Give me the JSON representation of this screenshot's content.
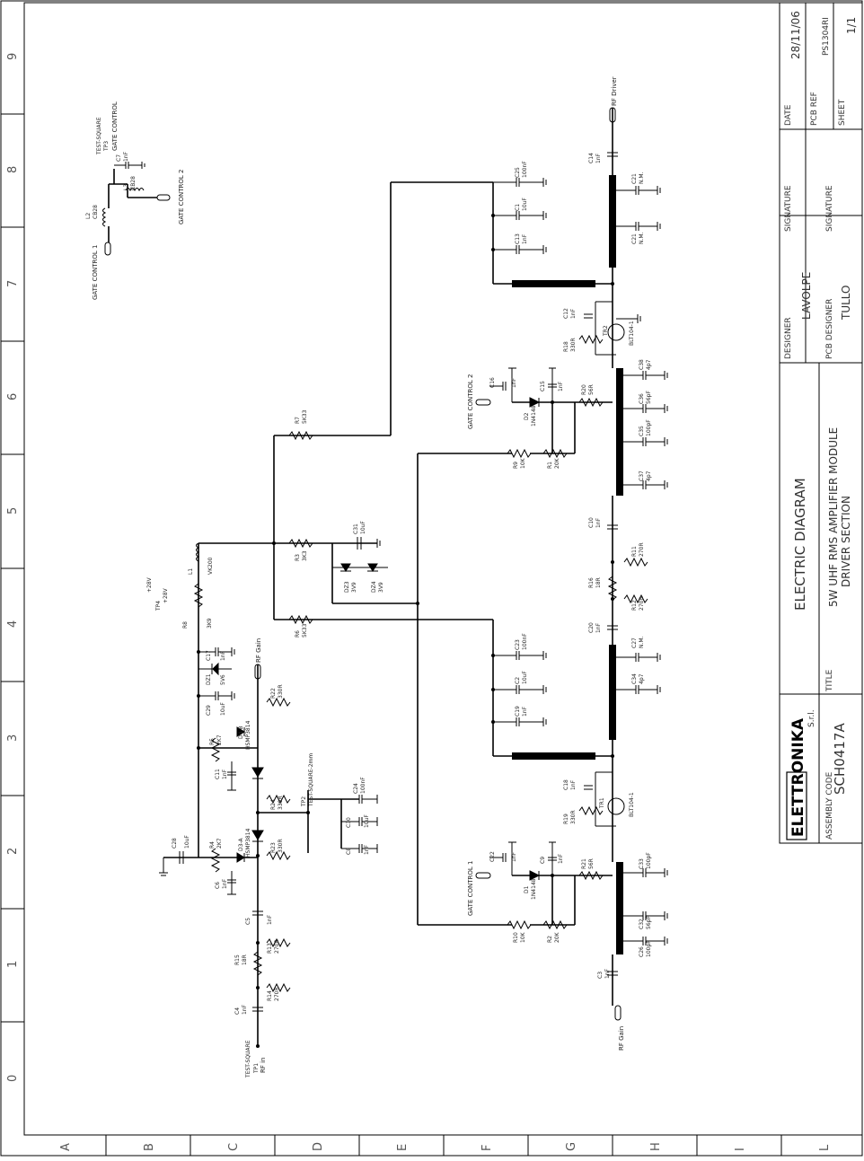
{
  "zones": {
    "columns": [
      "0",
      "1",
      "2",
      "3",
      "4",
      "5",
      "6",
      "7",
      "8",
      "9"
    ],
    "rows": [
      "A",
      "B",
      "C",
      "D",
      "E",
      "F",
      "G",
      "H",
      "I",
      "L"
    ]
  },
  "title_block": {
    "date_label": "DATE",
    "date": "28/11/06",
    "pcb_ref_label": "PCB REF",
    "pcb_ref": "PS1304RI",
    "sheet_label": "SHEET",
    "sheet": "1/1",
    "signature_label_1": "SIGNATURE",
    "signature_label_2": "SIGNATURE",
    "designer_label": "DESIGNER",
    "designer": "LAVOLPE",
    "pcb_designer_label": "PCB DESIGNER",
    "pcb_designer": "TULLO",
    "diagram_type": "ELECTRIC DIAGRAM",
    "title_label": "TITLE",
    "title_line1": "5W UHF RMS AMPLIFIER MODULE",
    "title_line2": "DRIVER SECTION",
    "company": "ELETTRONIKA",
    "company_suffix": "S.r.l.",
    "assembly_code_label": "ASSEMBLY CODE",
    "assembly_code": "SCH0417A"
  },
  "gate_block": {
    "tp3": "TP3",
    "tp3_name": "TEST-SQUARE",
    "gate_control": "GATE CONTROL",
    "c7": "C7",
    "c7_val": "1nF",
    "l2": "L2",
    "l2_val": "CB28",
    "l3": "L3",
    "l3_val": "CB28",
    "gc1": "GATE CONTROL 1",
    "gc2": "GATE CONTROL 2"
  },
  "labels": {
    "rf_driver": "RF Driver",
    "rf_gain_top": "RF Gain",
    "rf_gain_bottom": "RF Gain",
    "rf_in": "RF in",
    "tp1": "TP1",
    "tp1_name": "TEST-SQUARE",
    "tp2": "TP2",
    "tp2_name": "TEST-SQUARE-2mm",
    "tp4": "TP4",
    "plus28v": "+28V",
    "plus28v_b": "+28V",
    "gc2_mid": "GATE CONTROL 2",
    "gc1_mid": "GATE CONTROL 1",
    "l1": "L1",
    "l1_val": "VK200",
    "r7": "R7",
    "r7_val": "5K33",
    "r3": "R3",
    "r3_val": "3K3",
    "r6": "R6",
    "r6_val": "5K33",
    "c31": "C31",
    "c31_val": "10uF",
    "dz3": "DZ3",
    "dz4": "DZ4",
    "dz_val": "3V9",
    "r8": "R8",
    "r8_val": "3K9",
    "c17": "C17",
    "c17_val": "1nF",
    "dz1": "DZ1",
    "dz1_val": "5V6",
    "c29": "C29",
    "c29_val": "10uF",
    "c28": "C28",
    "c28_val": "10uF",
    "r4": "R4",
    "r4_val": "2K7",
    "r5": "R5",
    "r5_val": "2K7",
    "c6": "C6",
    "c6_val": "1nF",
    "c11": "C11",
    "c11_val": "1nF",
    "d3": "D3-A",
    "d3_val": "HSMP3814",
    "d4": "D4-B",
    "d4_val": "HSMP3814",
    "r22": "R22",
    "r22_val": "330R",
    "r23": "R23",
    "r23_val": "330R",
    "r24": "R24",
    "r24_val": "330R",
    "c24": "C24",
    "c24_val": "100nF",
    "c30": "C30",
    "c30_val": "10uF",
    "c8": "C8",
    "c8_val": "1nF",
    "c5": "C5",
    "c5_val": "1nF",
    "r13": "R13",
    "r13_val": "270R",
    "r14": "R14",
    "r14_val": "270R",
    "r15": "R15",
    "r15_val": "18R",
    "c4": "C4",
    "c4_val": "1nF",
    "c14": "C14",
    "c14_val": "1nF",
    "c21": "C21",
    "c21_val": "N.M.",
    "c25": "C25",
    "c25_val": "100nF",
    "c1": "C1",
    "c1_val": "10uF",
    "c13": "C13",
    "c13_val": "1nF",
    "c12": "C12",
    "c12_val": "1nF",
    "tr2": "TR2",
    "tr2_val": "BLT104-1",
    "r18": "R18",
    "r18_val": "330R",
    "c16": "C16",
    "c16_val": "1nF",
    "c15": "C15",
    "c15_val": "1nF",
    "d2": "D2",
    "d2_val": "1N4148",
    "r20": "R20",
    "r20_val": "56R",
    "r9": "R9",
    "r9_val": "10K",
    "r1": "R1",
    "r1_val": "20K",
    "c10": "C10",
    "c10_val": "1nF",
    "r11": "R11",
    "r11_val": "270R",
    "r16": "R16",
    "r16_val": "18R",
    "r12": "R12",
    "r12_val": "270R",
    "c20": "C20",
    "c20_val": "1nF",
    "c27": "C27",
    "c27_val": "N.M.",
    "c34": "C34",
    "c34_val": "4p7",
    "c23": "C23",
    "c23_val": "100nF",
    "c2": "C2",
    "c2_val": "10uF",
    "c19": "C19",
    "c19_val": "1nF",
    "c18": "C18",
    "c18_val": "1nF",
    "tr1": "TR1",
    "tr1_val": "BLT104-1",
    "r19": "R19",
    "r19_val": "330R",
    "c9": "C9",
    "c9_val": "1nF",
    "c22": "C22",
    "c22_val": "1nF",
    "d1": "D1",
    "d1_val": "1N4148",
    "r21": "R21",
    "r21_val": "56R",
    "r10": "R10",
    "r10_val": "10K",
    "r2": "R2",
    "r2_val": "20K",
    "c3": "C3",
    "c3_val": "1nF",
    "c26": "C26",
    "c26_val": "100pF",
    "c32": "C32",
    "c32_val": "56pF",
    "c33": "C33",
    "c33_val": "100pF",
    "c35": "C35",
    "c35_val": "100pF",
    "c36": "C36",
    "c36_val": "56pF",
    "c37": "C37",
    "c37_val": "4p7",
    "c38": "C38",
    "c38_val": "4p7"
  }
}
